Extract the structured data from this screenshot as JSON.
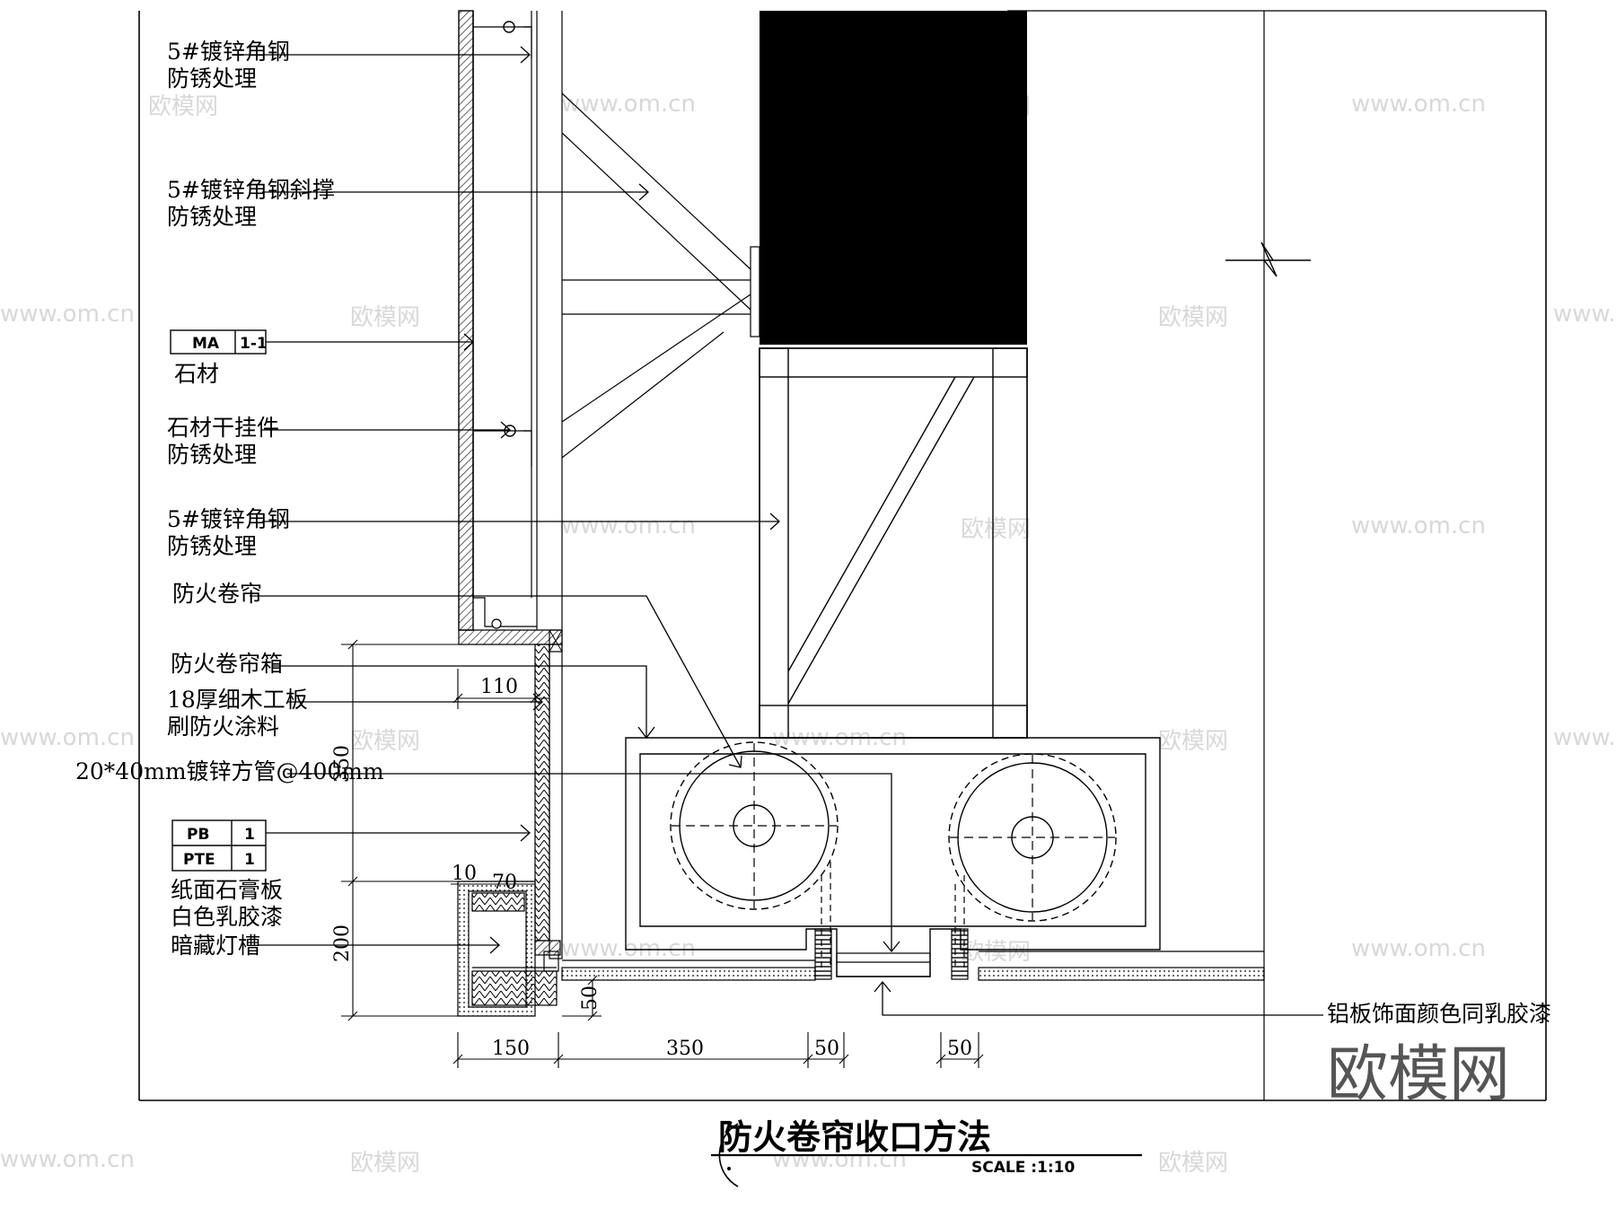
{
  "title": "防火卷帘收口方法",
  "scale": "SCALE :1:10",
  "watermark": {
    "site": "www.om.cn",
    "brand": "欧模网",
    "brand_large": "欧模网"
  },
  "labels": {
    "angle_steel_1": "5#镀锌角钢",
    "rust_1": "防锈处理",
    "angle_brace": "5#镀锌角钢斜撑",
    "rust_2": "防锈处理",
    "stone": "石材",
    "stone_hanger": "石材干挂件",
    "rust_3": "防锈处理",
    "angle_steel_2": "5#镀锌角钢",
    "rust_4": "防锈处理",
    "fire_shutter": "防火卷帘",
    "fire_shutter_box": "防火卷帘箱",
    "blockboard": "18厚细木工板",
    "fire_coating": "刷防火涂料",
    "square_tube": "20*40mm镀锌方管@400mm",
    "gypsum": "纸面石膏板",
    "latex": "白色乳胶漆",
    "light_slot": "暗藏灯槽",
    "aluminum": "铝板饰面颜色同乳胶漆"
  },
  "tags": {
    "ma_code": "MA",
    "ma_num": "1-1",
    "pb_code": "PB",
    "pb_num": "1",
    "pte_code": "PTE",
    "pte_num": "1"
  },
  "dimensions": {
    "d110": "110",
    "d350v": "350",
    "d200": "200",
    "d10": "10",
    "d70": "70",
    "d50v": "50",
    "d150": "150",
    "d350h": "350",
    "d50a": "50",
    "d50b": "50"
  }
}
